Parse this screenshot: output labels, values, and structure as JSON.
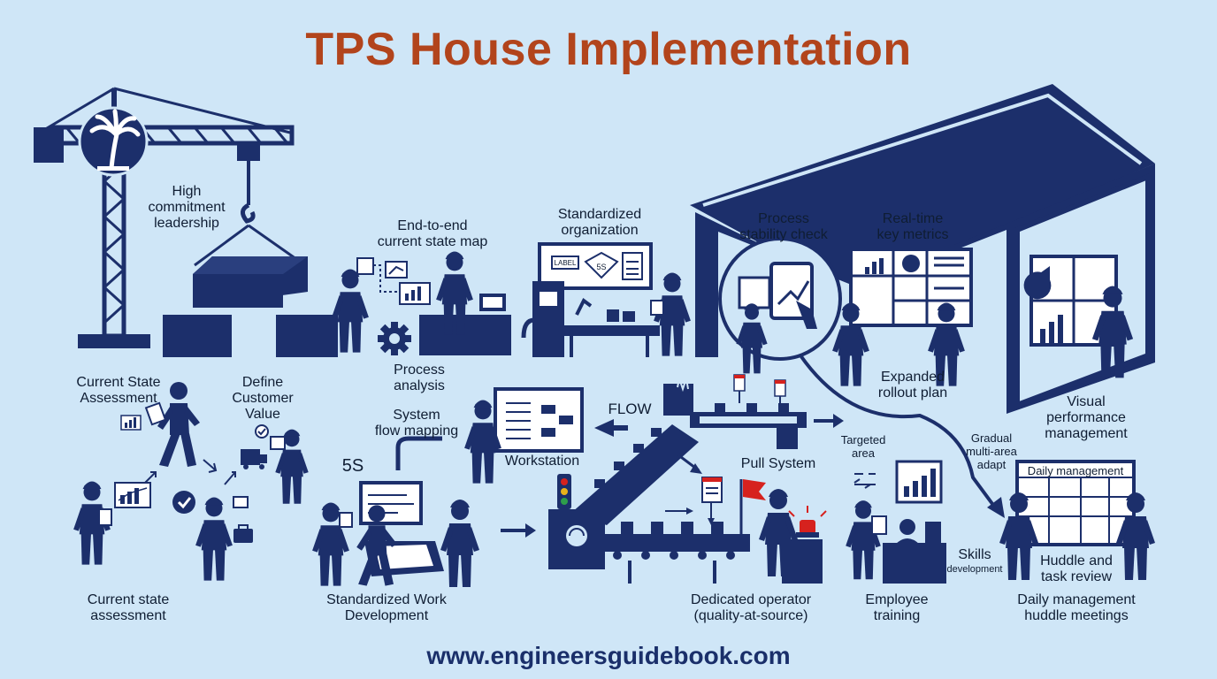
{
  "title": "TPS House Implementation",
  "footer": "www.engineersguidebook.com",
  "colors": {
    "background": "#cfe6f7",
    "navy": "#1c2f6b",
    "title": "#b2441c",
    "red_flag": "#d6221e"
  },
  "labels": {
    "high_commitment": [
      "High",
      "commitment",
      "leadership"
    ],
    "current_state_map": [
      "End-to-end",
      "current state map"
    ],
    "standardized_org": [
      "Standardized",
      "organization"
    ],
    "process_stability": [
      "Process",
      "stability check"
    ],
    "real_time_metrics": [
      "Real-time",
      "key metrics"
    ],
    "process_analysis": [
      "Process",
      "analysis"
    ],
    "expanded_rollout": [
      "Expanded",
      "rollout plan"
    ],
    "current_state_assessment_top": [
      "Current State",
      "Assessment"
    ],
    "define_customer_value": [
      "Define",
      "Customer",
      "Value"
    ],
    "system_flow_mapping": [
      "System",
      "flow mapping"
    ],
    "flow": "FLOW",
    "workstation": "Workstation",
    "pull_system": "Pull System",
    "targeted_area": [
      "Targeted",
      "area"
    ],
    "gradual_multi_area": [
      "Gradual",
      "multi-area",
      "adapt"
    ],
    "visual_performance": [
      "Visual",
      "performance",
      "management"
    ],
    "daily_management_board": "Daily management",
    "five_s": "5S",
    "five_s_sign": "5S",
    "label_sign": "LABEL",
    "skills": "Skills",
    "development": "development",
    "huddle_task": [
      "Huddle and",
      "task review"
    ],
    "current_state_assessment_bottom": [
      "Current state",
      "assessment"
    ],
    "standardized_work": [
      "Standardized Work",
      "Development"
    ],
    "dedicated_operator": [
      "Dedicated operator",
      "(quality-at-source)"
    ],
    "employee_training": [
      "Employee",
      "training"
    ],
    "daily_huddle": [
      "Daily management",
      "huddle meetings"
    ]
  },
  "icons": [
    "crane-icon",
    "palm-tree-icon",
    "house-icon",
    "conveyor-icon",
    "traffic-light-icon",
    "red-flag-icon",
    "alarm-light-icon",
    "gear-icon",
    "gauge-icon",
    "bar-chart-icon",
    "pie-chart-icon",
    "worker-icon"
  ]
}
